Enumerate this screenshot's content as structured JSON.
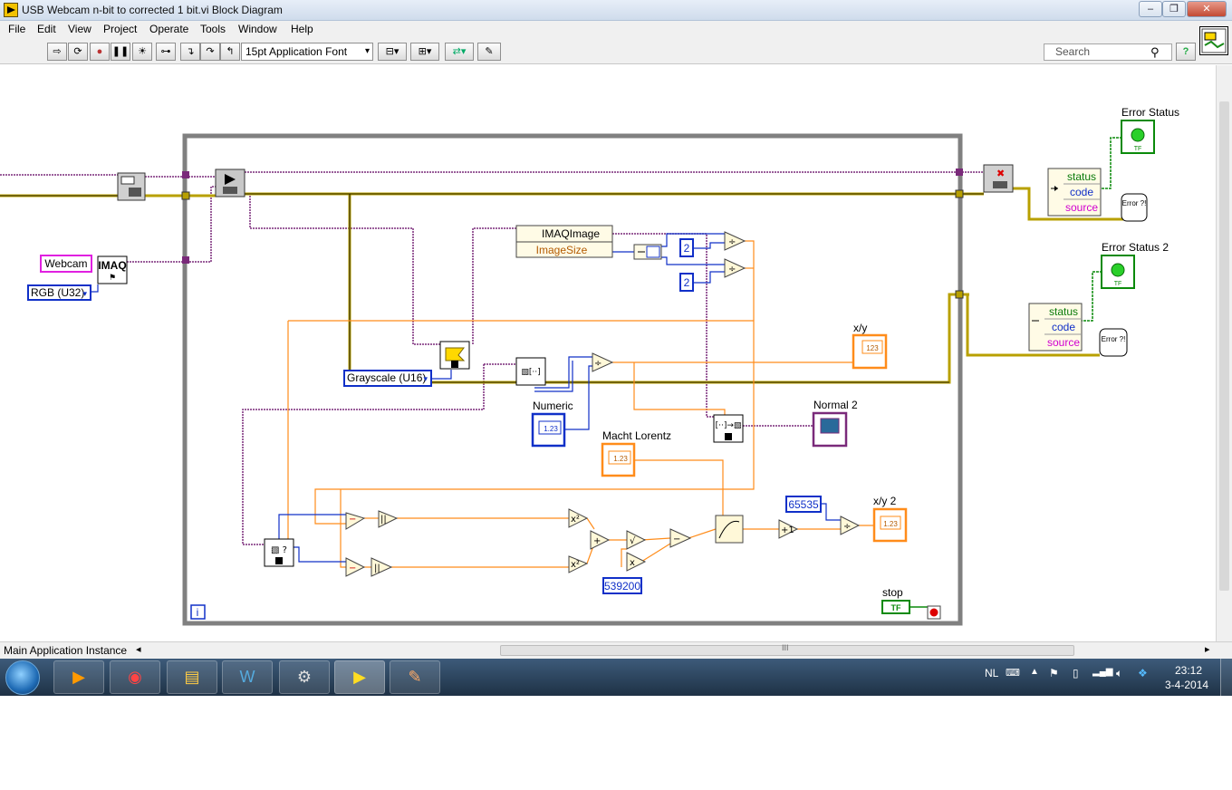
{
  "window": {
    "title": "USB Webcam n-bit to corrected 1 bit.vi Block Diagram",
    "minimize_glyph": "–",
    "maximize_glyph": "❐",
    "close_glyph": "✕"
  },
  "menu": [
    "File",
    "Edit",
    "View",
    "Project",
    "Operate",
    "Tools",
    "Window",
    "Help"
  ],
  "toolbar": {
    "font": "15pt Application Font",
    "search_placeholder": "Search",
    "help_label": "?",
    "icons": [
      "run-arrow-icon",
      "run-continuous-icon",
      "abort-icon",
      "pause-icon",
      "highlight-execution-icon",
      "retain-wire-values-icon",
      "step-into-icon",
      "step-over-icon",
      "step-out-icon",
      "align-objects-icon",
      "distribute-objects-icon",
      "reorder-icon",
      "clean-up-diagram-icon"
    ]
  },
  "diagram": {
    "left_controls": {
      "webcam_label": "Webcam",
      "imaq_label": "IMAQ",
      "rgb_enum": "RGB (U32)"
    },
    "loop": {
      "iteration_label": "i",
      "property_node": {
        "class": "IMAQImage",
        "property": "ImageSize"
      },
      "grayscale_enum": "Grayscale (U16)",
      "const_2a": "2",
      "const_2b": "2",
      "numeric_label": "Numeric",
      "numeric_term": "1.23",
      "macht_label": "Macht Lorentz",
      "macht_term": "1.23",
      "xy_label": "x/y",
      "xy_term": "123",
      "normal2_label": "Normal 2",
      "xy2_label": "x/y 2",
      "xy2_term": "1.23",
      "const_65535": "65535",
      "const_539200": "539200",
      "stop_label": "stop",
      "stop_term": "TF"
    },
    "right": {
      "error_status_label": "Error Status",
      "error_status2_label": "Error Status 2",
      "status": "status",
      "code": "code",
      "source": "source",
      "error_glyph": "Error ?!",
      "tf": "TF"
    },
    "colors": {
      "error_cluster": "#b8a000",
      "image_ref": "#7a2a7a",
      "numeric_dbl": "#ff8c1a",
      "integer": "#1030c8",
      "loop_border": "#808080"
    }
  },
  "status_bar": {
    "context": "Main Application Instance",
    "hscroll_glyph": "III"
  },
  "taskbar": {
    "apps": [
      "media-player-icon",
      "chrome-icon",
      "explorer-icon",
      "word-icon",
      "steam-icon",
      "labview-icon",
      "paint-icon"
    ],
    "language": "NL",
    "time": "23:12",
    "date": "3-4-2014"
  }
}
